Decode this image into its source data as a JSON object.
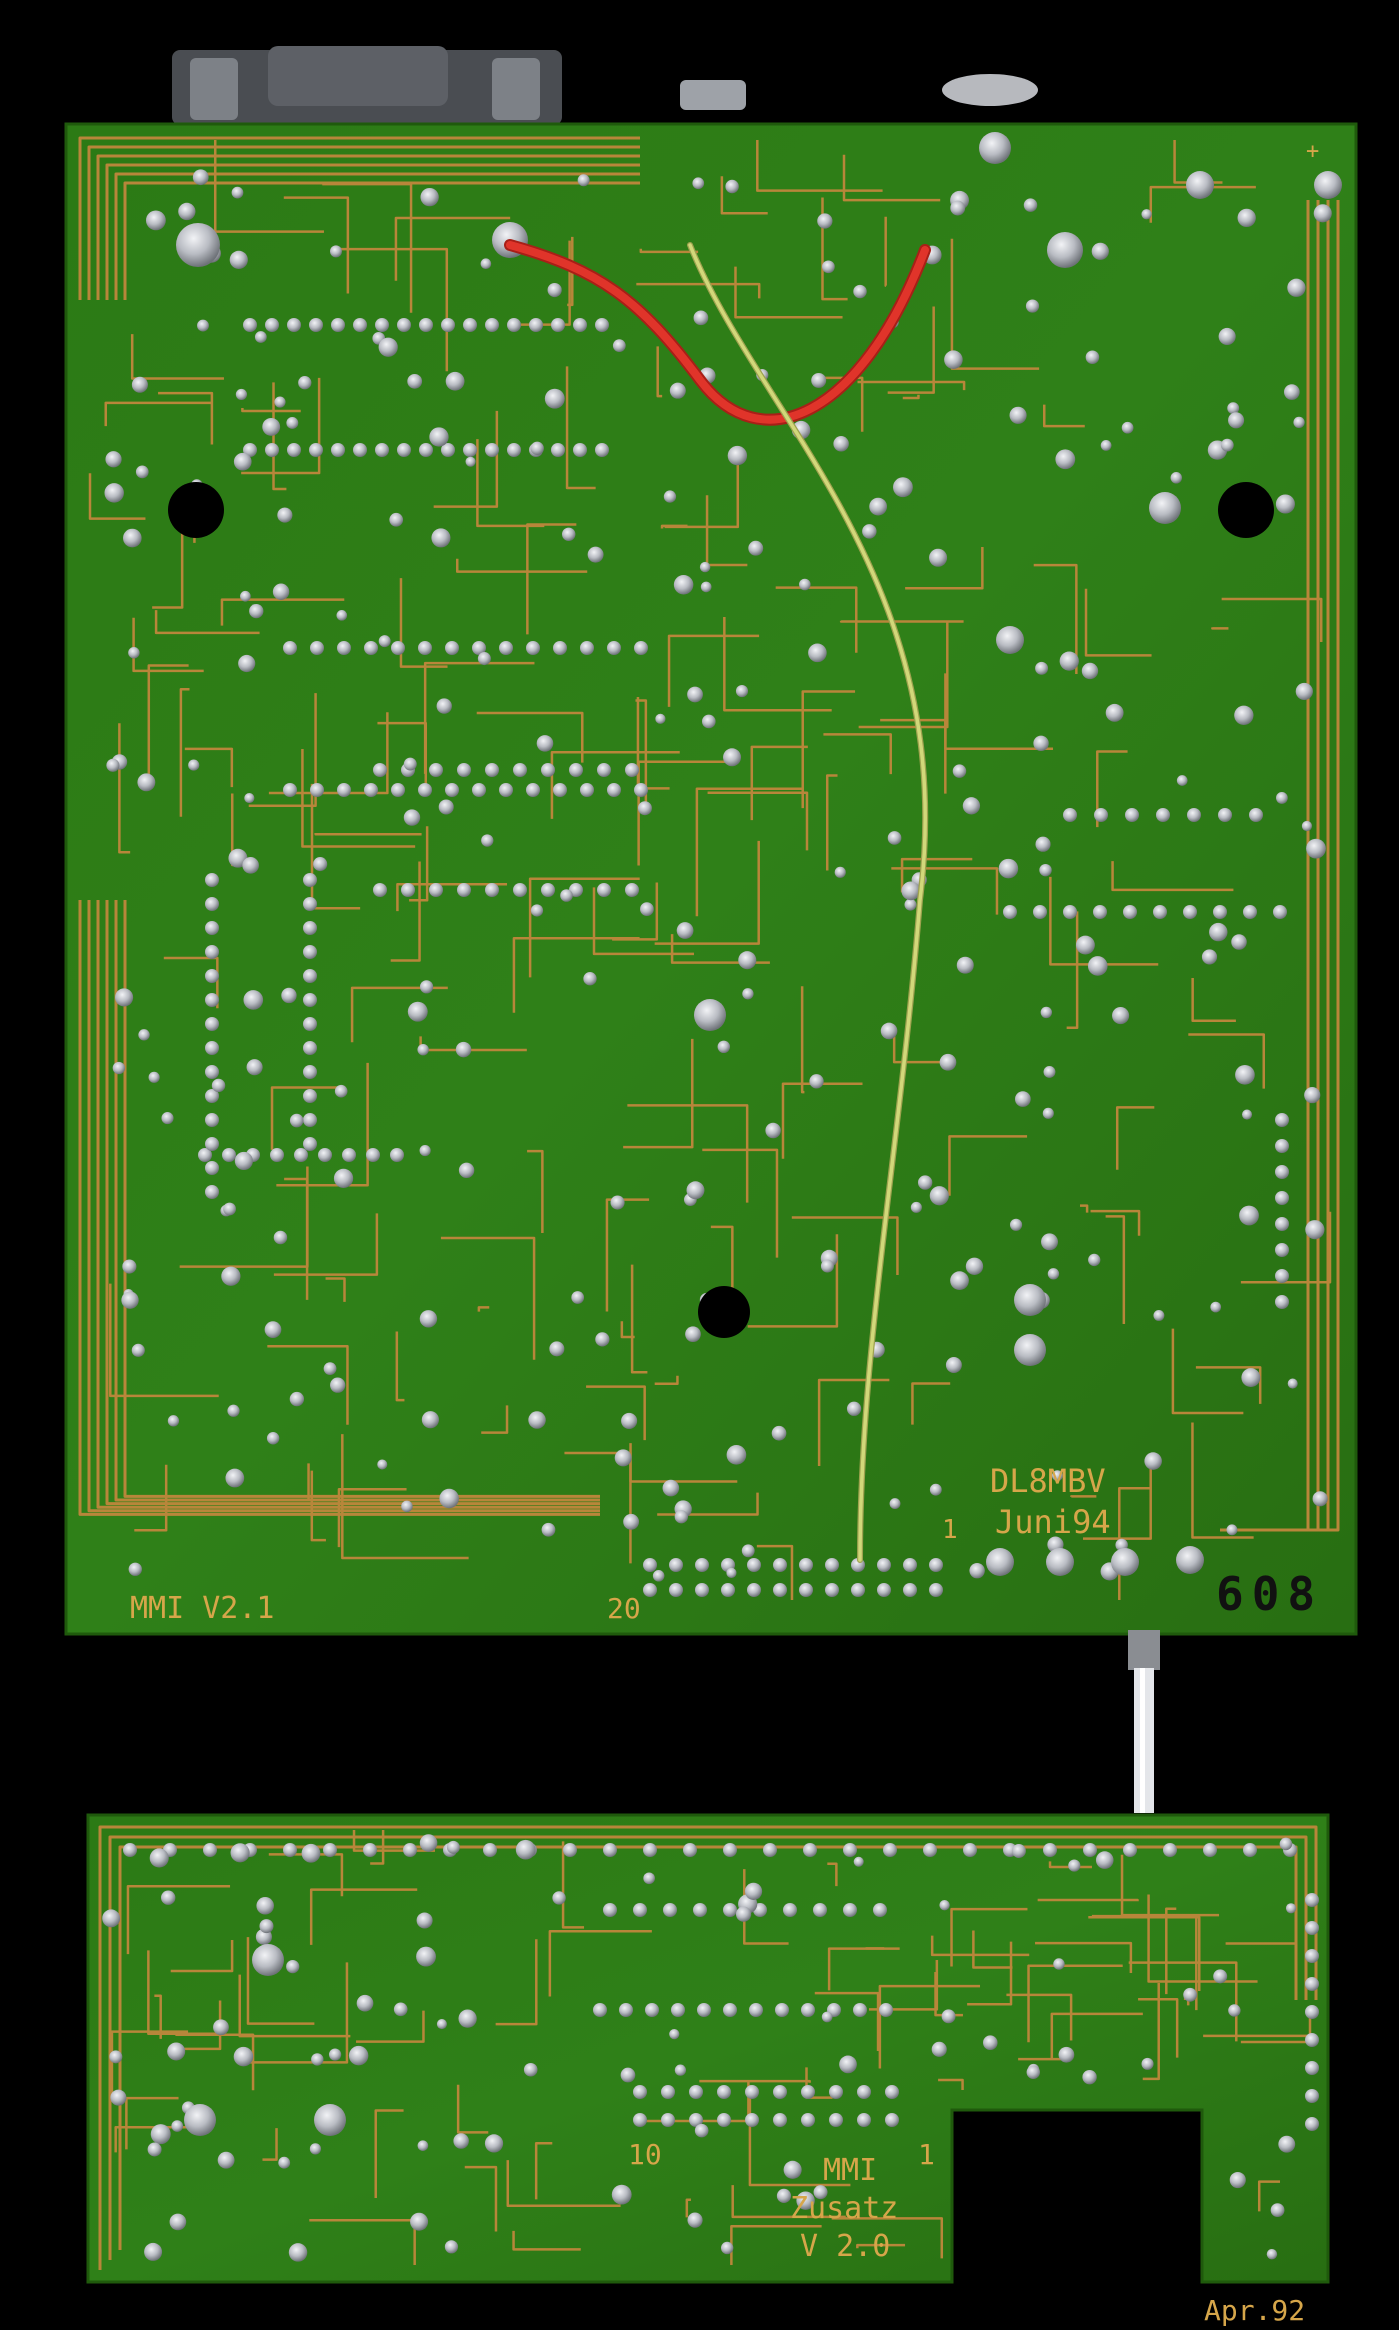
{
  "photo": {
    "description_colors": {
      "background": "#000000",
      "pcb_green": "#2f7d17",
      "pcb_green_dark": "#25660f",
      "copper_trace": "#b8863a",
      "solder_pad": "#c9ccd2",
      "wire_red": "#e0342a",
      "wire_yellow": "#c8cf6e"
    }
  },
  "main_board": {
    "label_name": "MMI V2.1",
    "label_author": "DL8MBV",
    "label_date": "Juni94",
    "connector_pin_1": "1",
    "connector_pin_20": "20",
    "handwritten_number": "608",
    "plus_mark": "+"
  },
  "addon_board": {
    "label_name_line1": "MMI",
    "label_name_line2": "Zusatz",
    "label_name_line3": "V 2.0",
    "connector_pin_10": "10",
    "connector_pin_1": "1",
    "label_date": "Apr.92"
  }
}
